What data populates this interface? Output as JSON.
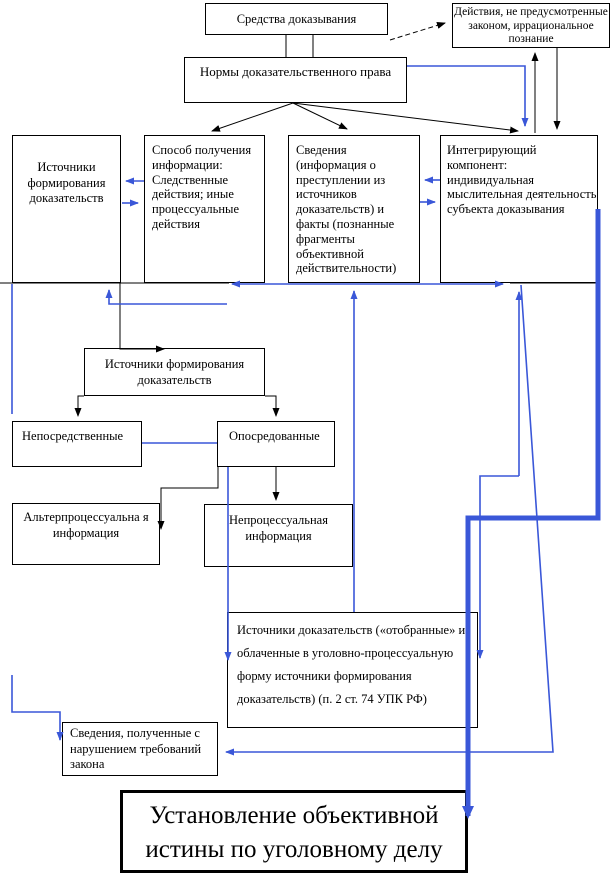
{
  "diagram": {
    "boxes": {
      "sredstva": {
        "text": "Средства доказывания"
      },
      "deystviya": {
        "text": "Действия, не предусмотренные законом, иррациональное познание"
      },
      "normy": {
        "text": "Нормы доказательственного права"
      },
      "istochniki_formirovaniya_left": {
        "text": "Источники формирования доказательств"
      },
      "sposob": {
        "text": "Способ получения информации: Следственные действия; иные процессуальные действия"
      },
      "svedeniya": {
        "text": "Сведения (информация о преступлении из источников доказательств) и факты (познанные фрагменты объективной действительности)"
      },
      "integriruyushchiy": {
        "text": "Интегрирующий компонент: индивидуальная мыслительная деятельность субъекта доказывания"
      },
      "istochniki_formirovaniya_mid": {
        "text": "Источники формирования доказательств"
      },
      "neposredstvennye": {
        "text": "Непосредственные"
      },
      "oposredovannye": {
        "text": "Опосредованные"
      },
      "alterprocessualnaya": {
        "text": "Альтерпроцессуальна я информация"
      },
      "neprocessualnaya": {
        "text": "Непроцессуальная информация"
      },
      "istochniki_dokazatelstv": {
        "text": "Источники доказательств («отобранные» и облаченные в уголовно-процессуальную форму источники формирования доказательств)  (п. 2 ст. 74 УПК РФ)"
      },
      "svedeniya_narushenie": {
        "text": "Сведения, полученные с нарушением требований закона"
      },
      "ustanovlenie": {
        "text": "Установление объективной истины по уголовному делу"
      }
    },
    "colors": {
      "line_black": "#000000",
      "line_blue": "#3a57d8",
      "box_border": "#000000",
      "background": "#ffffff"
    }
  }
}
